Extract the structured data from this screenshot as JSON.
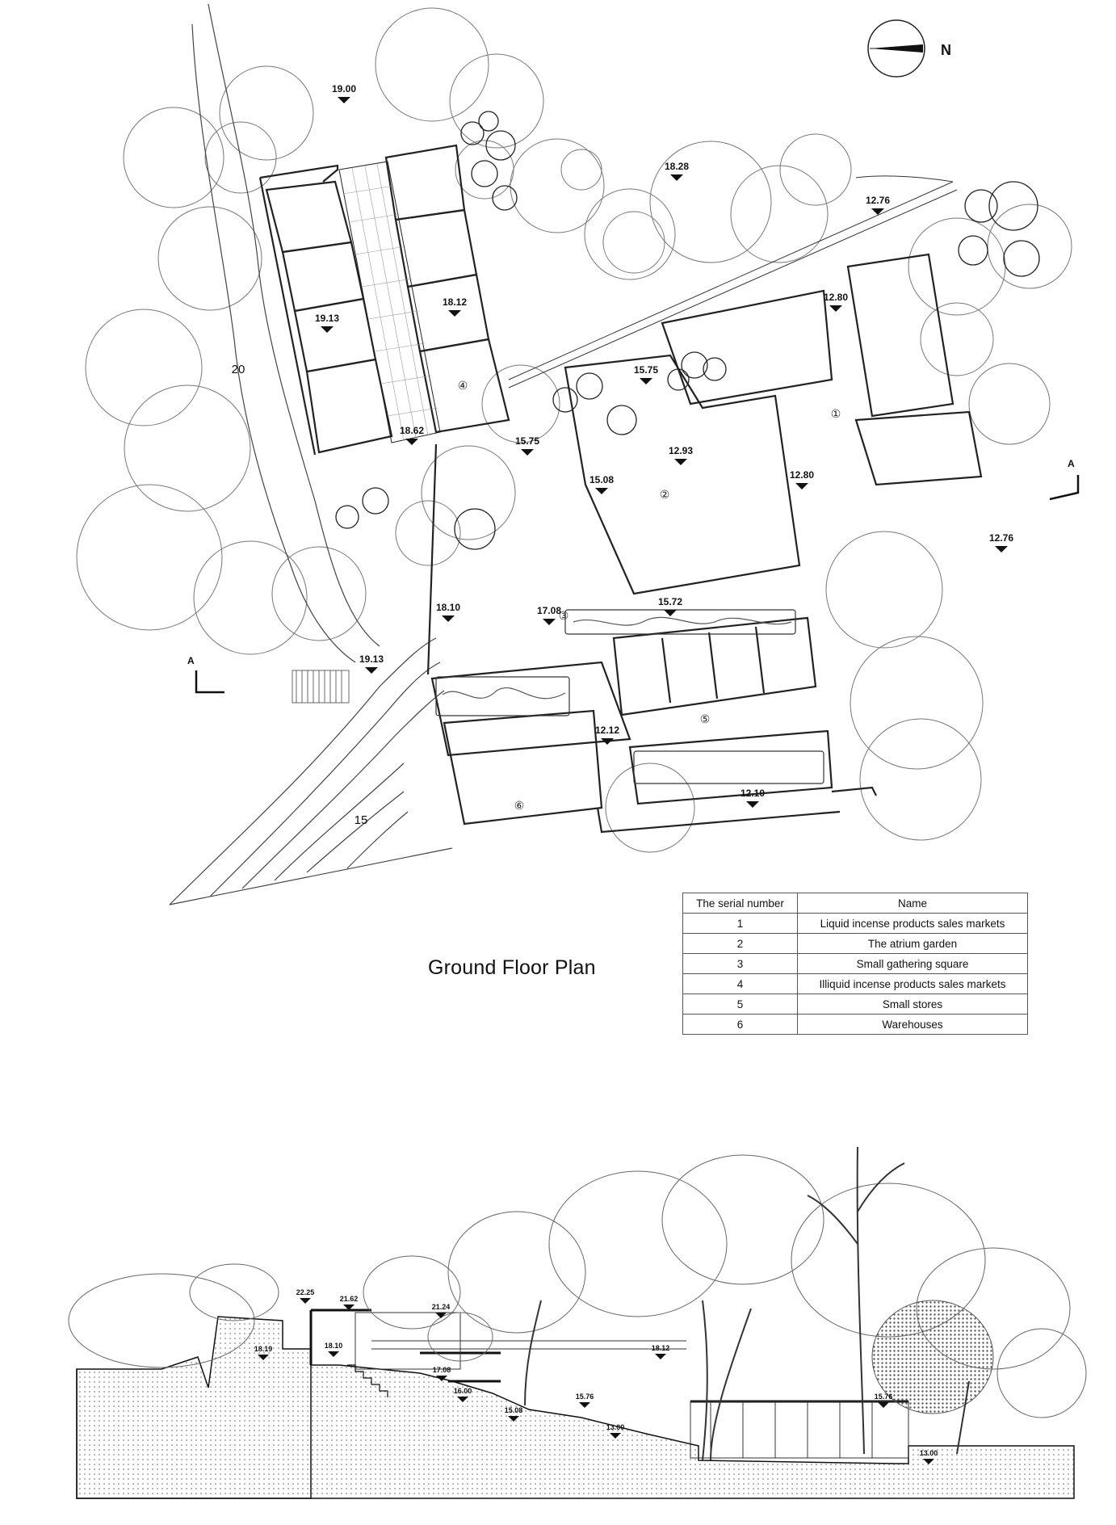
{
  "north": {
    "label": "N"
  },
  "plan_title": "Ground Floor Plan",
  "legend": {
    "headers": [
      "The serial number",
      "Name"
    ],
    "rows": [
      {
        "num": "1",
        "name": "Liquid incense products sales markets"
      },
      {
        "num": "2",
        "name": "The atrium garden"
      },
      {
        "num": "3",
        "name": "Small gathering square"
      },
      {
        "num": "4",
        "name": "Illiquid incense products sales markets"
      },
      {
        "num": "5",
        "name": "Small stores"
      },
      {
        "num": "6",
        "name": "Warehouses"
      }
    ]
  },
  "section_marks": {
    "left": "A",
    "right": "A"
  },
  "contours": [
    "20",
    "15"
  ],
  "zones": [
    "①",
    "②",
    "③",
    "④",
    "⑤",
    "⑥"
  ],
  "plan_elevations": [
    "19.00",
    "18.28",
    "12.76",
    "12.80",
    "19.13",
    "18.12",
    "15.75",
    "18.62",
    "15.75",
    "12.93",
    "15.08",
    "12.80",
    "12.76",
    "18.10",
    "17.08",
    "15.72",
    "19.13",
    "12.12",
    "12.10"
  ],
  "section_elevations": [
    "22.25",
    "21.62",
    "21.24",
    "18.19",
    "18.10",
    "17.08",
    "16.00",
    "15.08",
    "15.76",
    "13.00",
    "18.12",
    "15.76",
    "13.00"
  ]
}
